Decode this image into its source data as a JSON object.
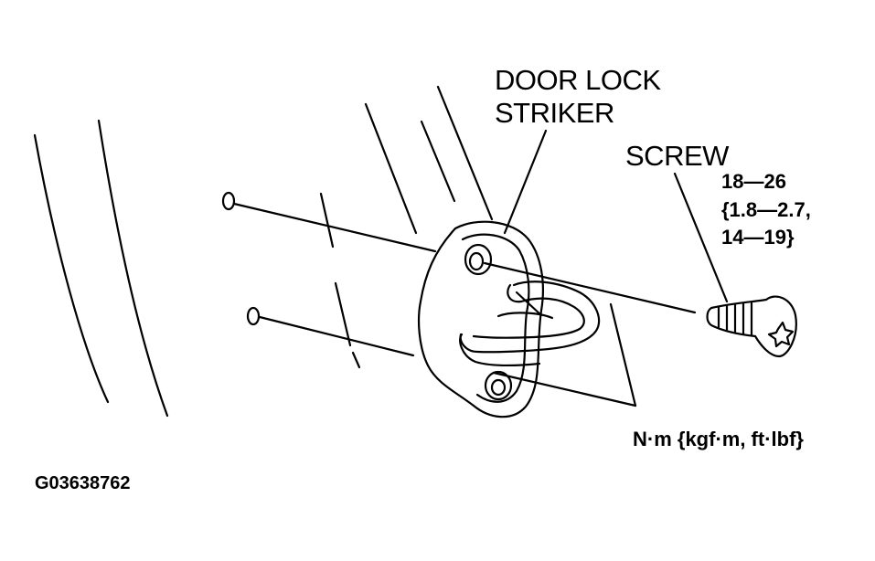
{
  "labels": {
    "striker_line1": "DOOR LOCK",
    "striker_line2": "STRIKER",
    "screw": "SCREW",
    "torque_line1": "18—26",
    "torque_line2": "{1.8—2.7,",
    "torque_line3": "14—19}",
    "units": "N·m {kgf·m, ft·lbf}",
    "figure_id": "G03638762"
  },
  "colors": {
    "ink": "#000000",
    "paper": "#ffffff"
  },
  "icons": {
    "fastener_head": "torx-screw-icon"
  }
}
